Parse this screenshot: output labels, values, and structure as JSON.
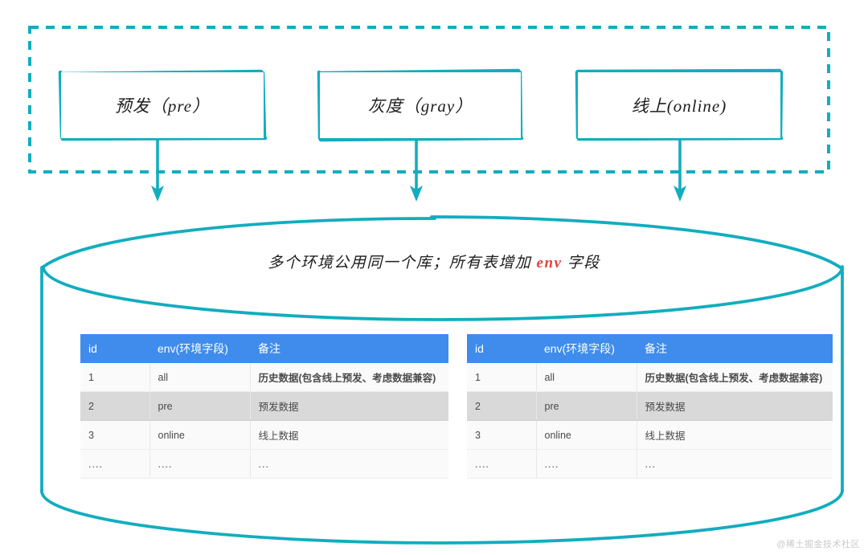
{
  "theme": {
    "accent_teal": "#12adbf",
    "table_header_blue": "#3f8ced",
    "env_value_red": "#e8413c",
    "page_background": "#ffffff"
  },
  "env_group": {
    "name": "environment-group",
    "border_style": "dashed",
    "boxes": [
      {
        "label": "预发（pre）",
        "name": "env-box-pre"
      },
      {
        "label": "灰度（gray）",
        "name": "env-box-gray"
      },
      {
        "label": "线上(online)",
        "name": "env-box-online"
      }
    ]
  },
  "database": {
    "caption_prefix": "多个环境公用同一个库；所有表增加 ",
    "caption_accent": "env",
    "caption_suffix": " 字段",
    "shape": "cylinder"
  },
  "tables": [
    {
      "name": "env-table-left",
      "columns": [
        "id",
        "env(环境字段)",
        "备注"
      ],
      "rows": [
        {
          "id": "1",
          "env": "all",
          "note": "历史数据(包含线上预发、考虑数据兼容)",
          "note_strong": true,
          "shaded": false
        },
        {
          "id": "2",
          "env": "pre",
          "note": "预发数据",
          "note_strong": false,
          "shaded": true
        },
        {
          "id": "3",
          "env": "online",
          "note": "线上数据",
          "note_strong": false,
          "shaded": false
        },
        {
          "id": "....",
          "env": "....",
          "note": "...",
          "note_strong": false,
          "shaded": false
        }
      ]
    },
    {
      "name": "env-table-right",
      "columns": [
        "id",
        "env(环境字段)",
        "备注"
      ],
      "rows": [
        {
          "id": "1",
          "env": "all",
          "note": "历史数据(包含线上预发、考虑数据兼容)",
          "note_strong": true,
          "shaded": false
        },
        {
          "id": "2",
          "env": "pre",
          "note": "预发数据",
          "note_strong": false,
          "shaded": true
        },
        {
          "id": "3",
          "env": "online",
          "note": "线上数据",
          "note_strong": false,
          "shaded": false
        },
        {
          "id": "....",
          "env": "....",
          "note": "...",
          "note_strong": false,
          "shaded": false
        }
      ]
    }
  ],
  "watermark": {
    "text": "@稀土掘金技术社区"
  }
}
